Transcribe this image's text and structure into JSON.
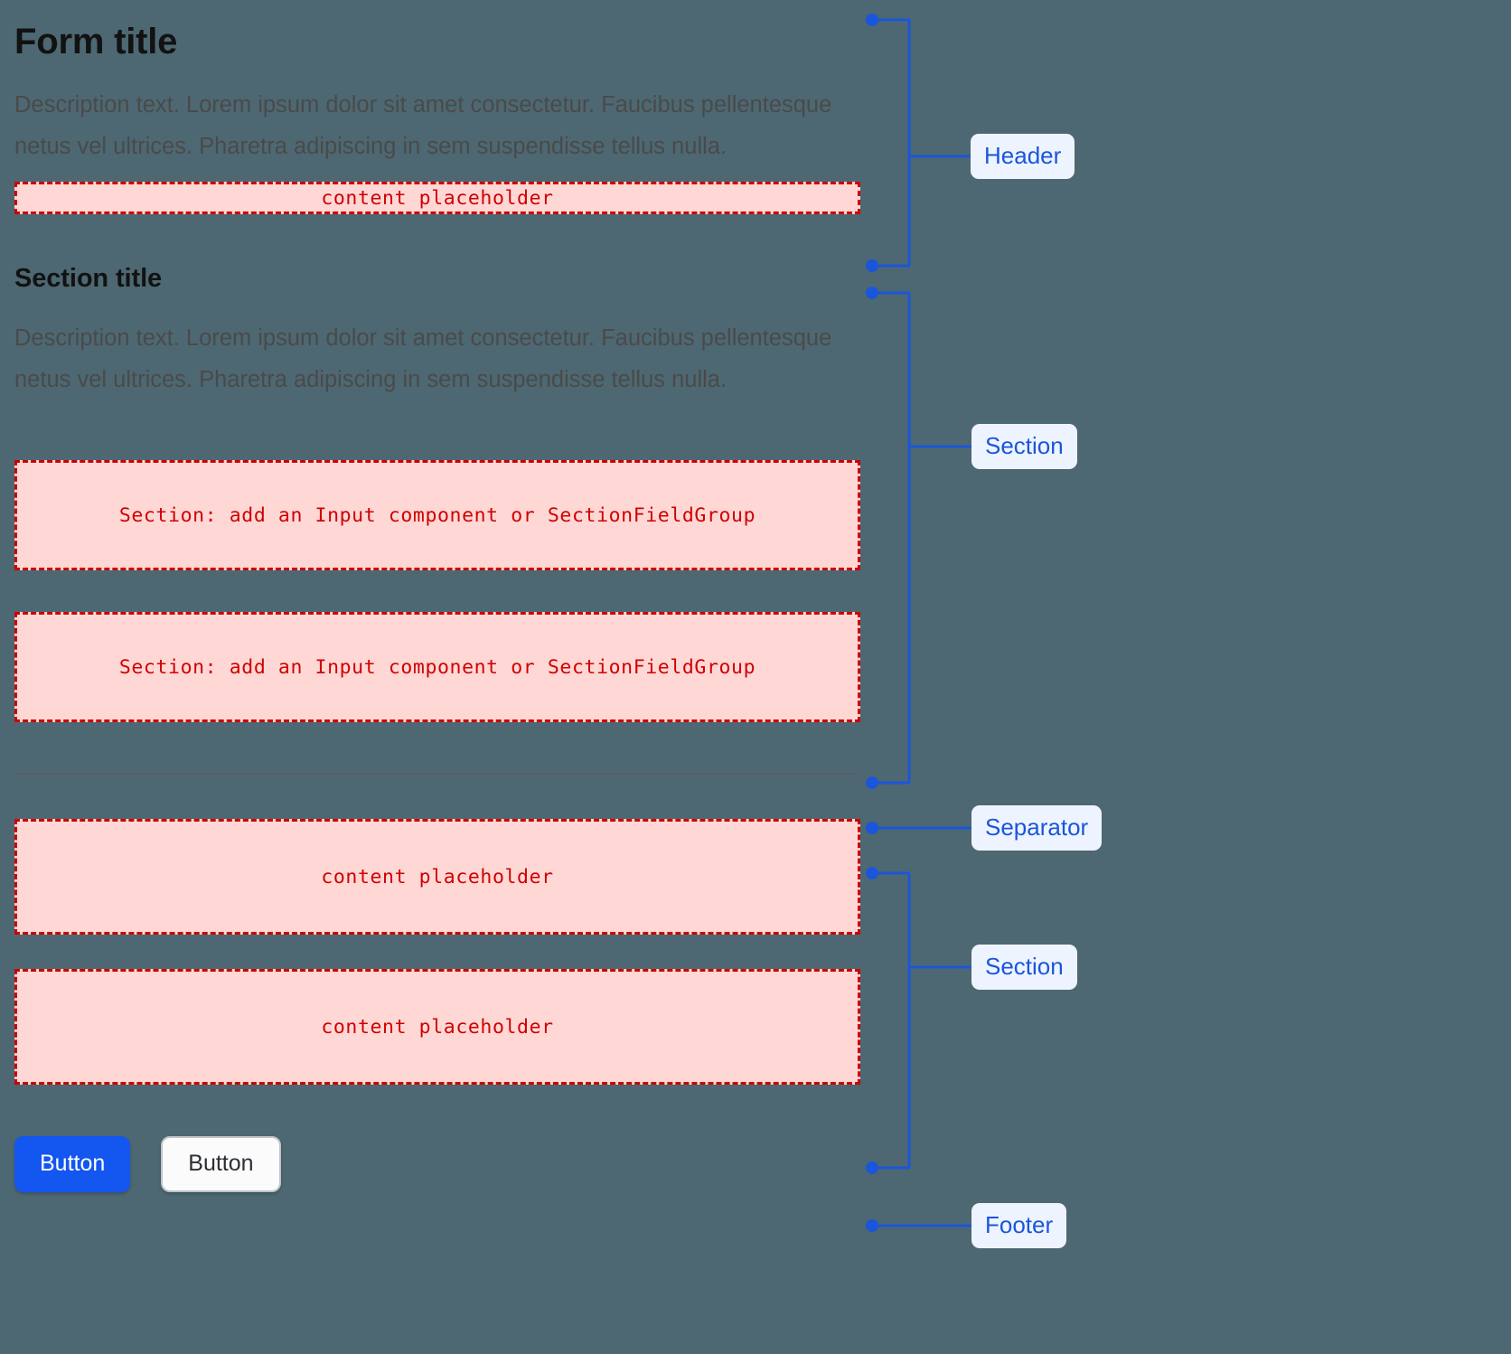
{
  "page": {
    "background_color": "#4d6872",
    "accent_blue": "#1a56db",
    "placeholder_red": "#cc0000",
    "placeholder_fill": "#ffd8d6"
  },
  "form": {
    "header": {
      "title": "Form title",
      "description": "Description text. Lorem ipsum dolor sit amet consectetur. Faucibus pellentesque netus vel ultrices. Pharetra adipiscing in sem suspendisse tellus nulla.",
      "placeholder": "content placeholder"
    },
    "section_one": {
      "title": "Section title",
      "description": "Description text. Lorem ipsum dolor sit amet consectetur. Faucibus pellentesque netus vel ultrices. Pharetra adipiscing in sem suspendisse tellus nulla.",
      "placeholders": [
        "Section: add an Input component or SectionFieldGroup",
        "Section: add an Input component or SectionFieldGroup"
      ]
    },
    "section_two": {
      "placeholders": [
        "content placeholder",
        "content placeholder"
      ]
    },
    "footer": {
      "primary_button": "Button",
      "secondary_button": "Button"
    }
  },
  "annotations": [
    {
      "label": "Header"
    },
    {
      "label": "Section"
    },
    {
      "label": "Separator"
    },
    {
      "label": "Section"
    },
    {
      "label": "Footer"
    }
  ]
}
